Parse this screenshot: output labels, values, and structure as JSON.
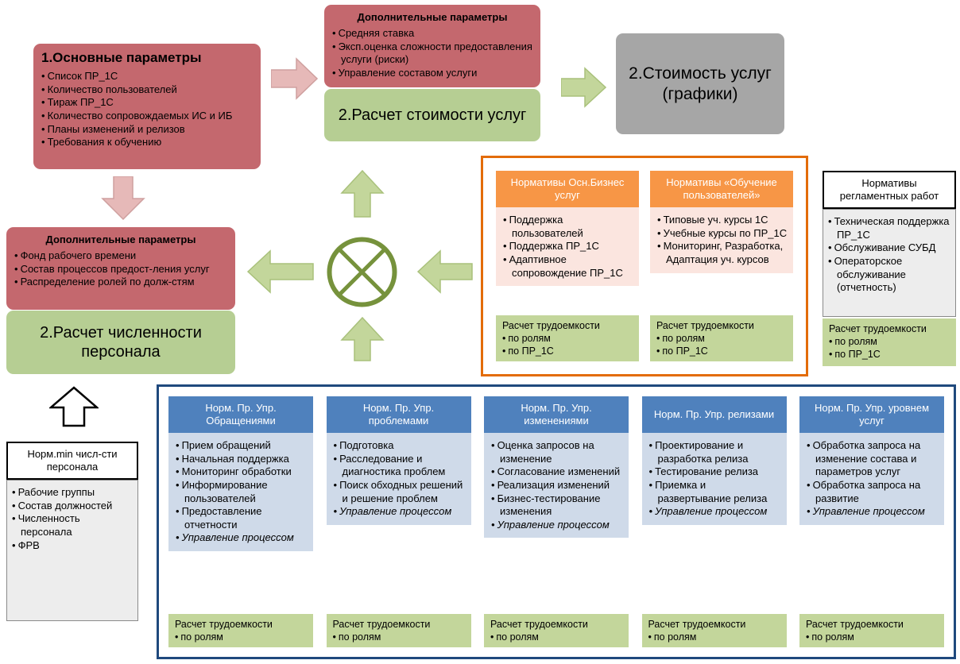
{
  "colors": {
    "pink_box": "#c4686e",
    "pink_arrow": "#e6b9b8",
    "green_box": "#b6ce93",
    "green_footer": "#c3d69b",
    "green_arrow": "#c3d69b",
    "gray_box": "#a6a6a6",
    "orange_header": "#f79646",
    "orange_border": "#e36c09",
    "orange_body": "#fbe5df",
    "blue_header": "#4f81bd",
    "blue_body": "#cfdae9",
    "blue_border": "#1f497d",
    "neutral_body": "#ededed",
    "olive_circle": "#76923c"
  },
  "main_params": {
    "title": "1.Основные параметры",
    "items": [
      "Список ПР_1С",
      "Количество пользователей",
      "Тираж ПР_1С",
      "Количество сопровождаемых ИС и ИБ",
      "Планы изменений и релизов",
      "Требования к обучению"
    ]
  },
  "extra_params_top": {
    "title": "Дополнительные параметры",
    "items": [
      "Средняя ставка",
      "Эксп.оценка сложности предоставления услуги (риски)",
      "Управление составом услуги"
    ]
  },
  "cost_calc": {
    "label": "2.Расчет стоимости услуг"
  },
  "cost_output": {
    "label": "2.Стоимость услуг (графики)"
  },
  "extra_params_staff": {
    "title": "Дополнительные параметры",
    "items": [
      "Фонд рабочего времени",
      "Состав процессов предост-ления услуг",
      "Распределение ролей по долж-стям"
    ]
  },
  "staff_calc": {
    "label": "2.Расчет численности персонала"
  },
  "min_staff_norms": {
    "title": "Норм.min числ-сти персонала",
    "items": [
      "Рабочие группы",
      "Состав должностей",
      "Численность персонала",
      "ФРВ"
    ]
  },
  "business_norms": {
    "columns": [
      {
        "title": "Нормативы Осн.Бизнес услуг",
        "items": [
          "Поддержка пользователей",
          "Поддержка ПР_1С",
          "Адаптивное сопровождение ПР_1С"
        ],
        "footer_title": "Расчет трудоемкости",
        "footer_items": [
          "по ролям",
          "по ПР_1С"
        ]
      },
      {
        "title": "Нормативы «Обучение пользователей»",
        "items": [
          "Типовые уч. курсы 1С",
          "Учебные курсы по ПР_1С",
          "Мониторинг, Разработка, Адаптация  уч. курсов"
        ],
        "footer_title": "Расчет трудоемкости",
        "footer_items": [
          "по ролям",
          "по ПР_1С"
        ]
      }
    ]
  },
  "regulated_norms": {
    "title": "Нормативы регламентных работ",
    "items": [
      "Техническая поддержка ПР_1С",
      "Обслуживание СУБД",
      "Операторское обслуживание (отчетность)"
    ],
    "footer_title": "Расчет трудоемкости",
    "footer_items": [
      "по ролям",
      "по ПР_1С"
    ]
  },
  "process_norms": {
    "columns": [
      {
        "title": "Норм. Пр. Упр. Обращениями",
        "items": [
          "Прием обращений",
          "Начальная поддержка",
          "Мониторинг обработки",
          "Информирование пользователей",
          "Предоставление отчетности",
          {
            "text": "Управление процессом",
            "italic": true
          }
        ],
        "footer_title": "Расчет трудоемкости",
        "footer_items": [
          "по ролям"
        ]
      },
      {
        "title": "Норм. Пр. Упр. проблемами",
        "items": [
          "Подготовка",
          "Расследование и диагностика проблем",
          "Поиск обходных решений и решение проблем",
          {
            "text": "Управление процессом",
            "italic": true
          }
        ],
        "footer_title": "Расчет трудоемкости",
        "footer_items": [
          "по ролям"
        ]
      },
      {
        "title": "Норм. Пр. Упр. изменениями",
        "items": [
          "Оценка запросов на изменение",
          "Согласование изменений",
          "Реализация изменений",
          "Бизнес-тестирование изменения",
          {
            "text": "Управление процессом",
            "italic": true
          }
        ],
        "footer_title": "Расчет трудоемкости",
        "footer_items": [
          "по ролям"
        ]
      },
      {
        "title": "Норм. Пр. Упр. релизами",
        "items": [
          "Проектирование и разработка релиза",
          "Тестирование релиза",
          "Приемка и развертывание релиза",
          {
            "text": "Управление процессом",
            "italic": true
          }
        ],
        "footer_title": "Расчет трудоемкости",
        "footer_items": [
          "по ролям"
        ]
      },
      {
        "title": "Норм. Пр. Упр. уровнем услуг",
        "items": [
          "Обработка запроса на изменение состава и параметров услуг",
          "Обработка запроса на развитие",
          {
            "text": "Управление процессом",
            "italic": true
          }
        ],
        "footer_title": "Расчет трудоемкости",
        "footer_items": [
          "по ролям"
        ]
      }
    ]
  }
}
